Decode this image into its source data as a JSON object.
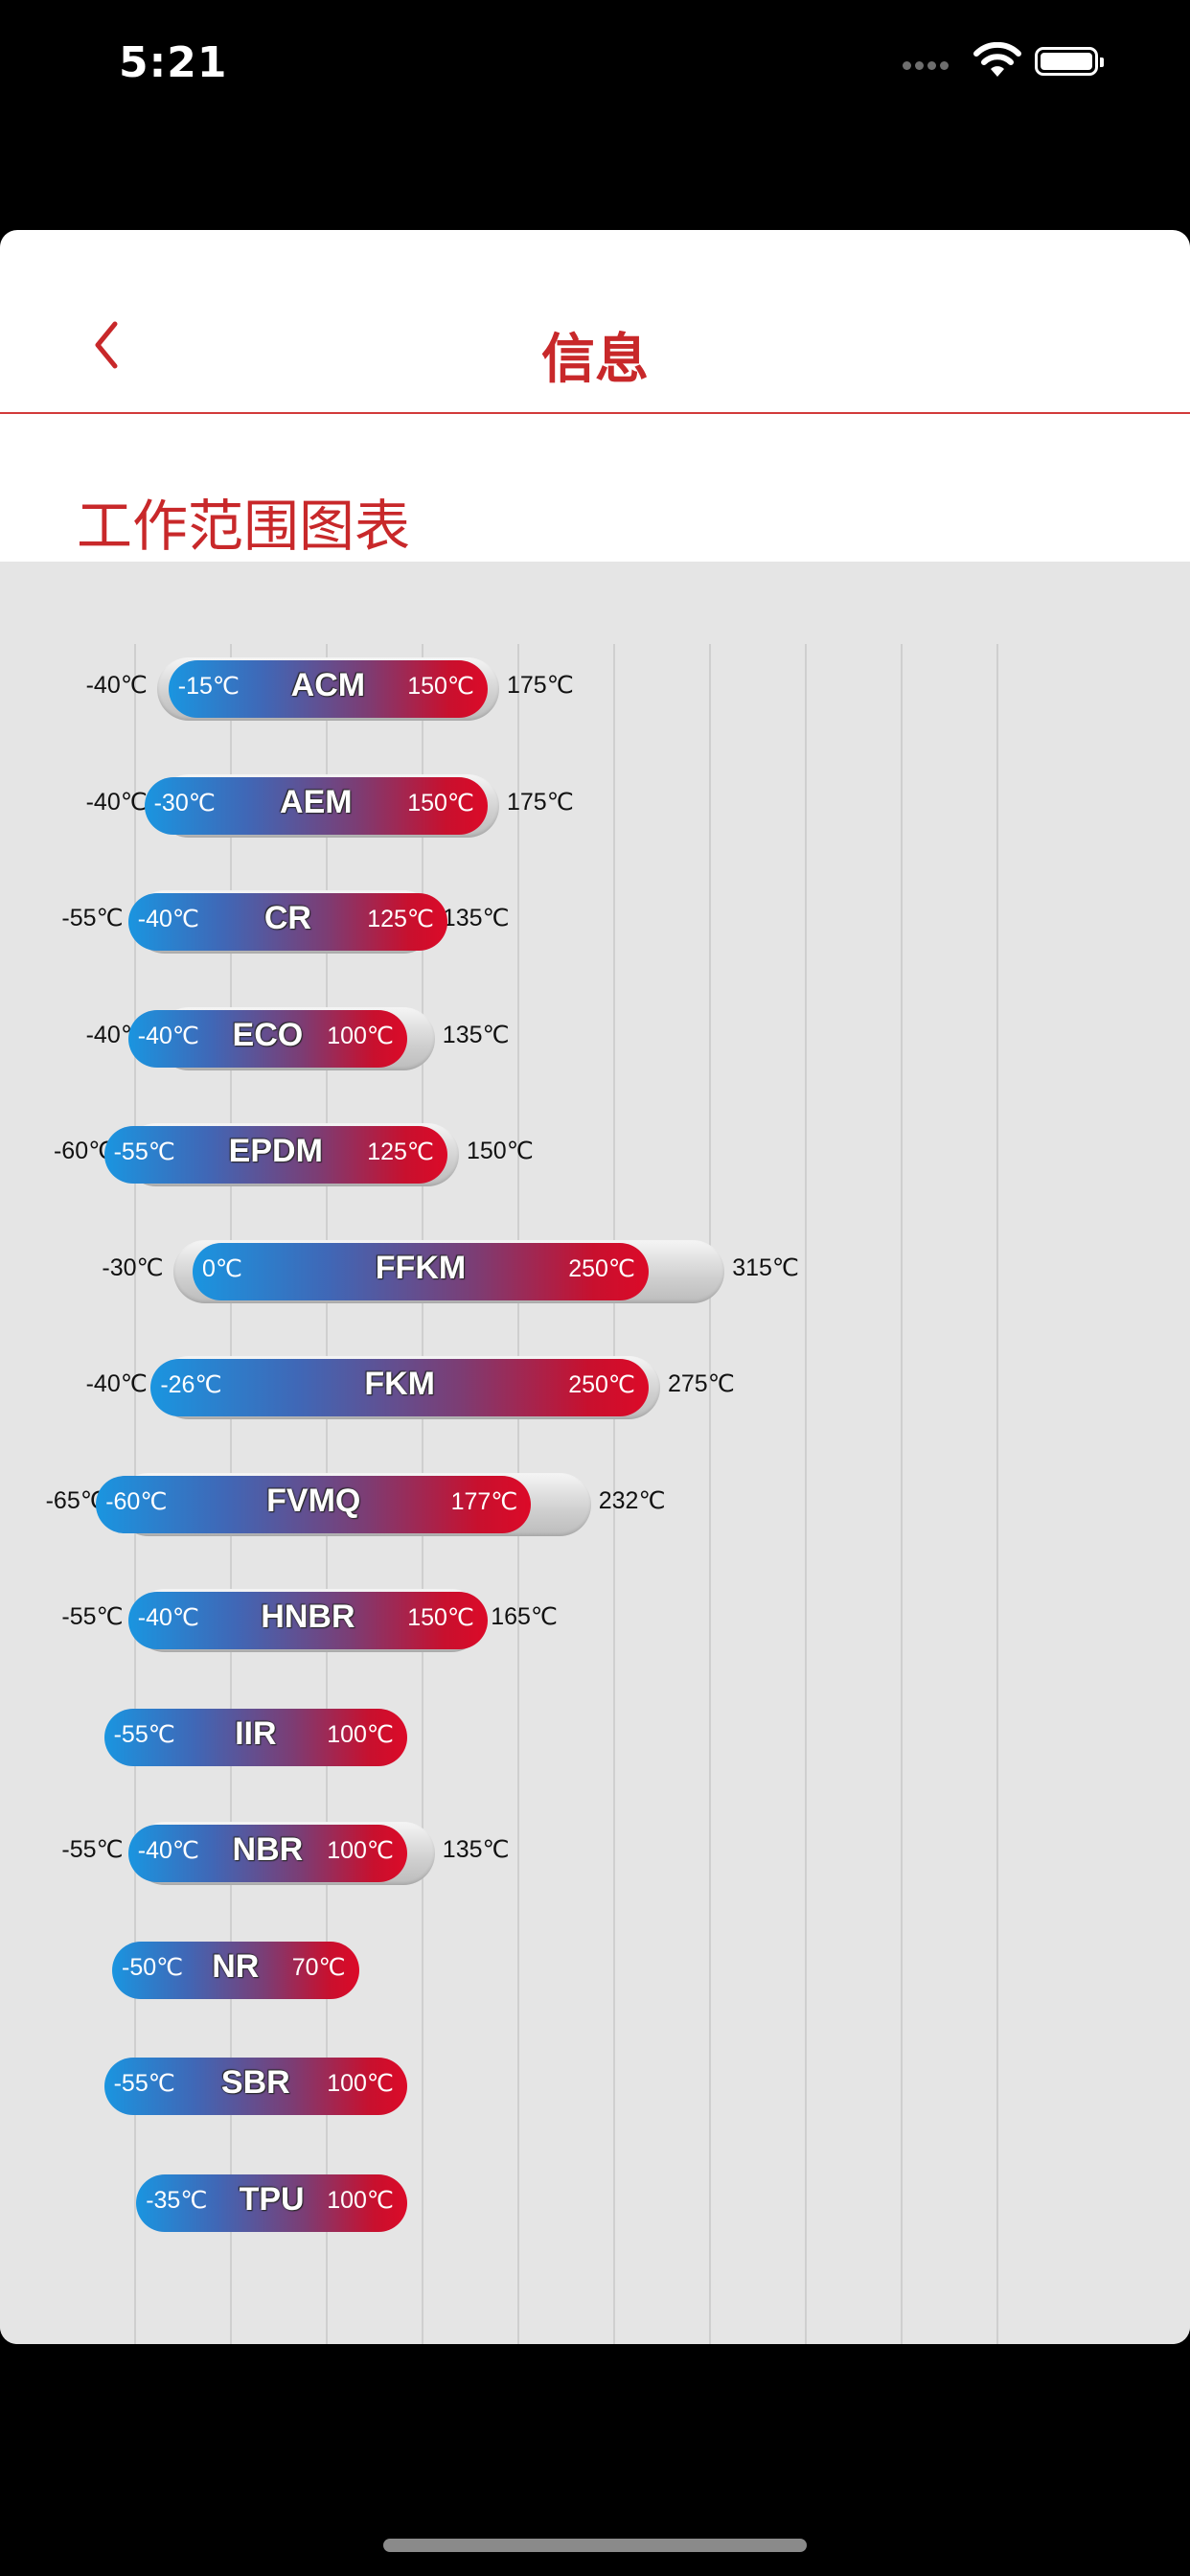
{
  "status_bar": {
    "time": "5:21"
  },
  "nav": {
    "title": "信息",
    "back_icon": "chevron-left-icon"
  },
  "section": {
    "title": "工作范围图表"
  },
  "colors": {
    "accent": "#c8282a",
    "cold": "#1a95e0",
    "hot": "#dc0a28"
  },
  "materials": [
    {
      "name": "ACM",
      "ext_low": "-40℃",
      "work_low": "-15℃",
      "work_high": "150℃",
      "ext_high": "175℃"
    },
    {
      "name": "AEM",
      "ext_low": "-40℃",
      "work_low": "-30℃",
      "work_high": "150℃",
      "ext_high": "175℃"
    },
    {
      "name": "CR",
      "ext_low": "-55℃",
      "work_low": "-40℃",
      "work_high": "125℃",
      "ext_high": "135℃"
    },
    {
      "name": "ECO",
      "ext_low": "-40℃",
      "work_low": "-40℃",
      "work_high": "100℃",
      "ext_high": "135℃"
    },
    {
      "name": "EPDM",
      "ext_low": "-60℃",
      "work_low": "-55℃",
      "work_high": "125℃",
      "ext_high": "150℃"
    },
    {
      "name": "FFKM",
      "ext_low": "-30℃",
      "work_low": "0℃",
      "work_high": "250℃",
      "ext_high": "315℃"
    },
    {
      "name": "FKM",
      "ext_low": "-40℃",
      "work_low": "-26℃",
      "work_high": "250℃",
      "ext_high": "275℃"
    },
    {
      "name": "FVMQ",
      "ext_low": "-65℃",
      "work_low": "-60℃",
      "work_high": "177℃",
      "ext_high": "232℃"
    },
    {
      "name": "HNBR",
      "ext_low": "-55℃",
      "work_low": "-40℃",
      "work_high": "150℃",
      "ext_high": "165℃"
    },
    {
      "name": "IIR",
      "ext_low": "",
      "work_low": "-55℃",
      "work_high": "100℃",
      "ext_high": ""
    },
    {
      "name": "NBR",
      "ext_low": "-55℃",
      "work_low": "-40℃",
      "work_high": "100℃",
      "ext_high": "135℃"
    },
    {
      "name": "NR",
      "ext_low": "",
      "work_low": "-50℃",
      "work_high": "70℃",
      "ext_high": ""
    },
    {
      "name": "SBR",
      "ext_low": "",
      "work_low": "-55℃",
      "work_high": "100℃",
      "ext_high": ""
    },
    {
      "name": "TPU",
      "ext_low": "",
      "work_low": "-35℃",
      "work_high": "100℃",
      "ext_high": ""
    }
  ]
}
